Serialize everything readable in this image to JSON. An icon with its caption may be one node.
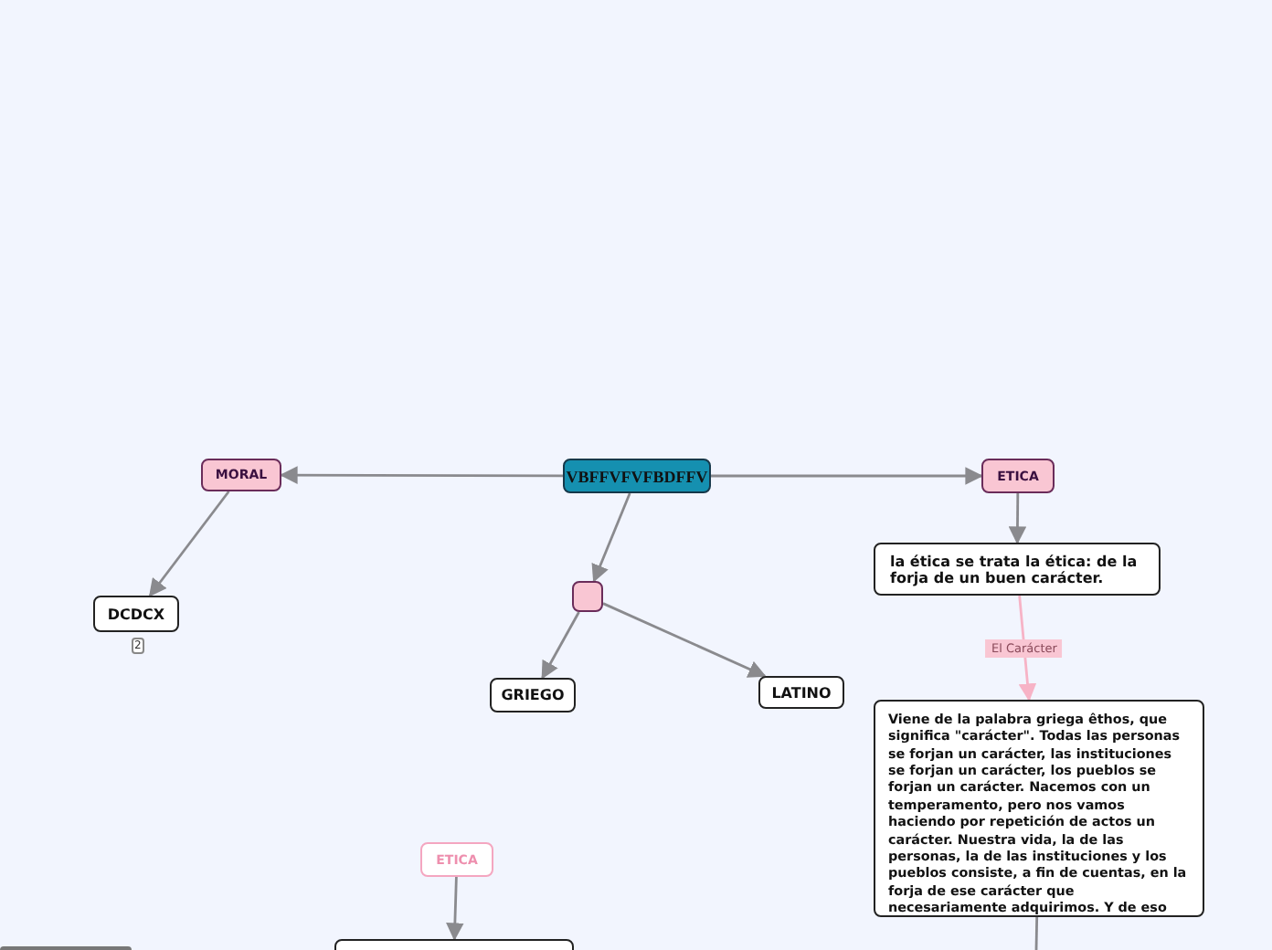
{
  "diagram": {
    "nodes": [
      {
        "text": [
          "VBFFVFVFBDFFV"
        ]
      },
      {
        "text": [
          "MORAL"
        ]
      },
      {
        "text": [
          "ETICA"
        ]
      },
      {
        "text": [
          "DCDCX"
        ],
        "beside": [
          "2"
        ]
      },
      {
        "text": [],
        "shape": "box"
      },
      {
        "text": [
          "GRIEGO"
        ]
      },
      {
        "text": [
          "LATINO"
        ]
      },
      {
        "text": [
          "la ética se trata la ética: de la forja de un buen carácter."
        ]
      },
      {
        "text": [
          "Viene de la palabra griega êthos, que significa \"carácter\". Todas las personas se forjan un carácter, las instituciones se forjan un carácter, los pueblos se forjan un carácter. Nacemos con un temperamento, pero nos vamos haciendo por repetición de actos un carácter. Nuestra vida, la de las personas, la de las instituciones y los pueblos consiste, a fin de cuentas, en la forja de ese carácter que necesariamente adquirimos. Y de eso"
        ]
      },
      {
        "text": [
          "ETICA"
        ]
      },
      {
        "text": [],
        "shape": "box"
      },
      {
        "text": [],
        "shape": "box"
      }
    ],
    "edges": [
      {
        "from": 0,
        "to": 1,
        "arrow": "to"
      },
      {
        "from": 0,
        "to": 2,
        "arrow": "to"
      },
      {
        "from": 0,
        "to": 4,
        "arrow": "to"
      },
      {
        "from": 1,
        "to": 3,
        "arrow": "to"
      },
      {
        "from": 4,
        "to": 5,
        "arrow": "to"
      },
      {
        "from": 4,
        "to": 6,
        "arrow": "to"
      },
      {
        "from": 2,
        "to": 7,
        "arrow": "to"
      },
      {
        "from": 7,
        "to": 8,
        "arrow": "to",
        "label": "El Carácter",
        "color": "#f7b3c6"
      },
      {
        "from": 9,
        "to": 10,
        "arrow": "to"
      },
      {
        "from": 8,
        "to": null,
        "arrow": "none"
      }
    ]
  }
}
